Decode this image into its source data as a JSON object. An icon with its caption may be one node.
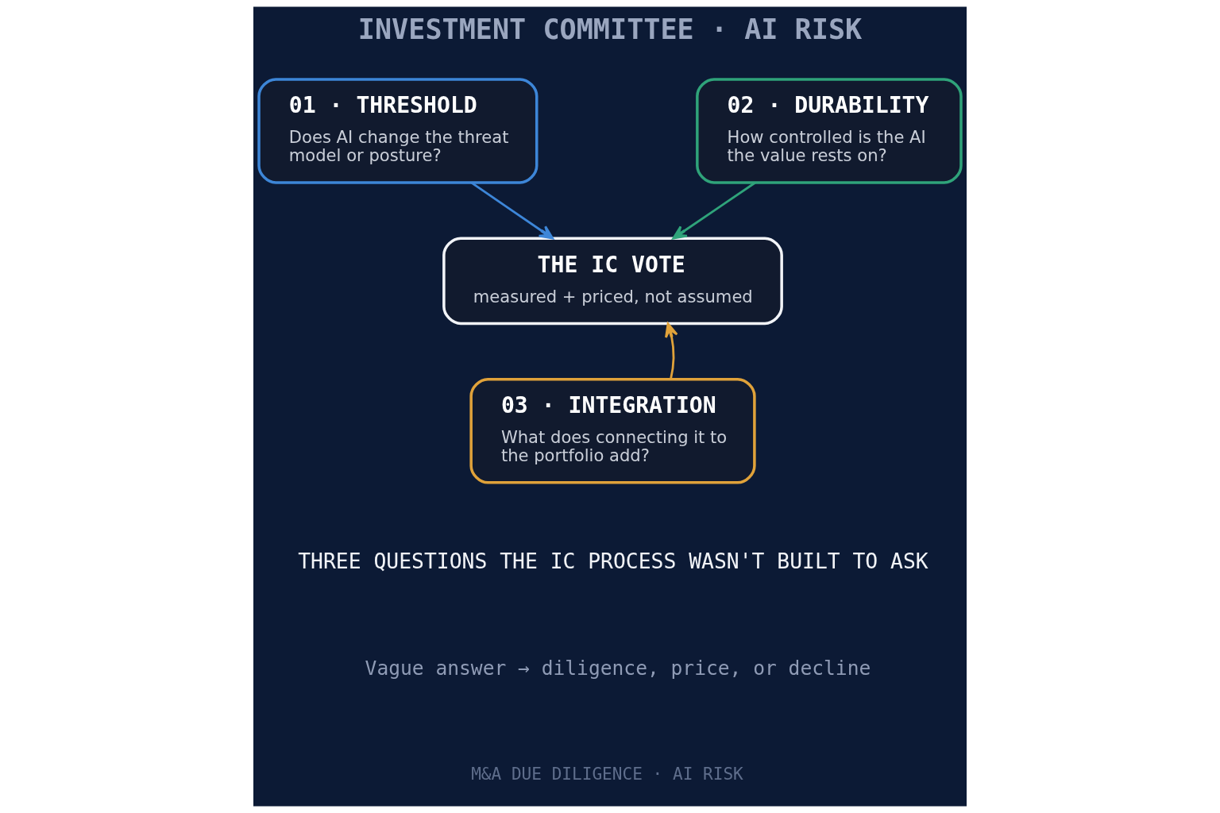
{
  "diagram": {
    "title": "INVESTMENT COMMITTEE · AI RISK",
    "nodes": [
      {
        "text": [
          "01 · THRESHOLD",
          "Does AI change the threat model or posture?"
        ]
      },
      {
        "text": [
          "02 · DURABILITY",
          "How controlled is the AI the value rests on?"
        ]
      },
      {
        "text": [
          "THE IC VOTE",
          "measured + priced, not assumed"
        ]
      },
      {
        "text": [
          "03 · INTEGRATION",
          "What does connecting it to the portfolio add?"
        ]
      }
    ],
    "edges": [
      {
        "from": 0,
        "to": 2,
        "arrow": "to",
        "color": "#3d86d8"
      },
      {
        "from": 1,
        "to": 2,
        "arrow": "to",
        "color": "#2fa37a"
      },
      {
        "from": 3,
        "to": 2,
        "arrow": "to",
        "color": "#e0a23a"
      }
    ],
    "labels": [
      "THREE QUESTIONS THE IC PROCESS WASN'T BUILT TO ASK",
      "Vague answer → diligence, price, or decline",
      "M&A DUE DILIGENCE · AI RISK"
    ]
  }
}
